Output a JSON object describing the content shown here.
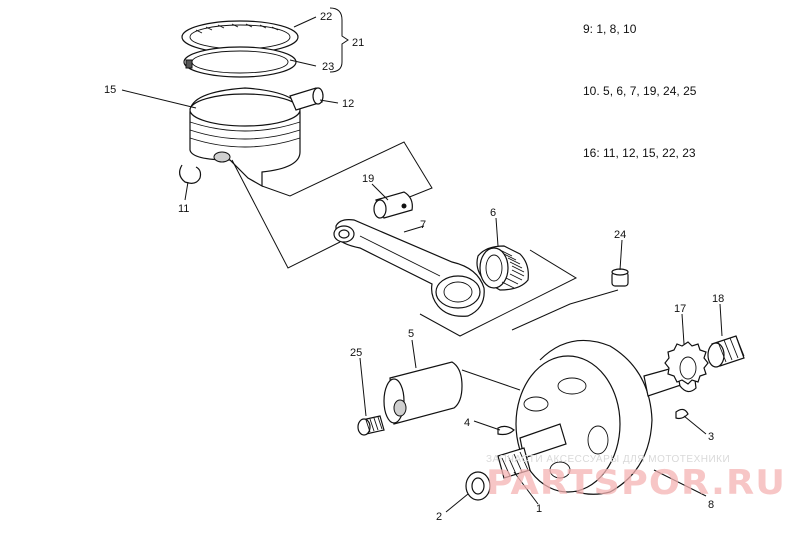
{
  "parts": [
    {
      "id": "p1",
      "label": "1"
    },
    {
      "id": "p2",
      "label": "2"
    },
    {
      "id": "p3",
      "label": "3"
    },
    {
      "id": "p4",
      "label": "4"
    },
    {
      "id": "p5",
      "label": "5"
    },
    {
      "id": "p6",
      "label": "6"
    },
    {
      "id": "p7",
      "label": "7"
    },
    {
      "id": "p8",
      "label": "8"
    },
    {
      "id": "p11",
      "label": "11"
    },
    {
      "id": "p12",
      "label": "12"
    },
    {
      "id": "p15",
      "label": "15"
    },
    {
      "id": "p17",
      "label": "17"
    },
    {
      "id": "p18",
      "label": "18"
    },
    {
      "id": "p19",
      "label": "19"
    },
    {
      "id": "p21",
      "label": "21"
    },
    {
      "id": "p22",
      "label": "22"
    },
    {
      "id": "p23",
      "label": "23"
    },
    {
      "id": "p24",
      "label": "24"
    },
    {
      "id": "p25",
      "label": "25"
    }
  ],
  "notes": [
    "9: 1, 8, 10",
    "10. 5, 6, 7, 19, 24, 25",
    "16: 11, 12, 15, 22, 23"
  ],
  "watermark": {
    "tagline": "ЗАПЧАСТИ АКСЕССУАРЫ ДЛЯ МОТОТЕХНИКИ",
    "brand": "PARTSPOR.RU"
  },
  "colors": {
    "line": "#111111",
    "watermark_brand": "#f4b3b3",
    "watermark_tagline": "#d9d9d9",
    "background": "#ffffff"
  }
}
